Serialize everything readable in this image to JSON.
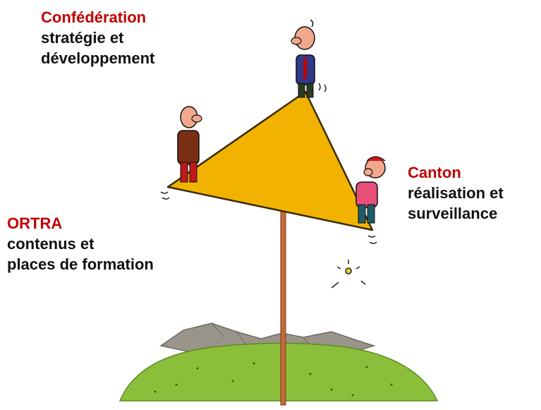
{
  "colors": {
    "title": "#c00000",
    "text": "#111111",
    "triangle": "#f2b300",
    "pole": "#c46a3a",
    "hill": "#8bbf3b",
    "rock": "#9a958a"
  },
  "icons": [
    "person-confederation-icon",
    "person-ortra-icon",
    "person-canton-icon",
    "sun-glint-icon"
  ],
  "confederation": {
    "title": "Confédération",
    "lines": [
      "stratégie et",
      "développement"
    ]
  },
  "canton": {
    "title": "Canton",
    "lines": [
      "réalisation et",
      "surveillance"
    ]
  },
  "ortra": {
    "title": "ORTRA",
    "lines": [
      "contenus et",
      "places de formation"
    ]
  }
}
